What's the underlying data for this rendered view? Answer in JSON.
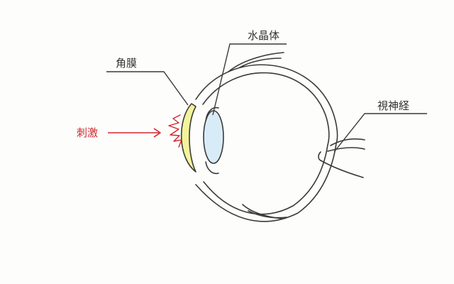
{
  "labels": {
    "lens": "水晶体",
    "cornea": "角膜",
    "optic_nerve": "視神経",
    "stimulus": "刺激"
  },
  "colors": {
    "outline": "#3a3a3a",
    "cornea_fill": "#f3f39a",
    "lens_fill": "#d8ecf8",
    "stimulus": "#d0262c",
    "text": "#333333",
    "background": "#fdfdfb"
  }
}
